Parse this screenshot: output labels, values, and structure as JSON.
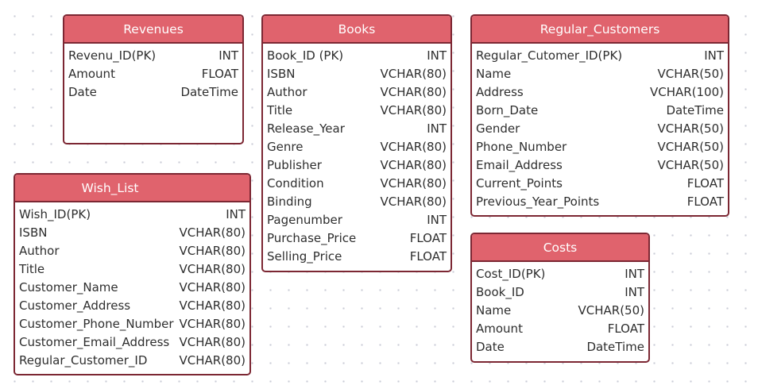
{
  "tables": {
    "revenues": {
      "name": "Revenues",
      "fields": [
        {
          "name": "Revenu_ID(PK)",
          "type": "INT"
        },
        {
          "name": "Amount",
          "type": "FLOAT"
        },
        {
          "name": "Date",
          "type": "DateTime"
        }
      ]
    },
    "books": {
      "name": "Books",
      "fields": [
        {
          "name": "Book_ID (PK)",
          "type": "INT"
        },
        {
          "name": "ISBN",
          "type": "VCHAR(80)"
        },
        {
          "name": "Author",
          "type": "VCHAR(80)"
        },
        {
          "name": "Title",
          "type": "VCHAR(80)"
        },
        {
          "name": "Release_Year",
          "type": "INT"
        },
        {
          "name": "Genre",
          "type": "VCHAR(80)"
        },
        {
          "name": "Publisher",
          "type": "VCHAR(80)"
        },
        {
          "name": "Condition",
          "type": "VCHAR(80)"
        },
        {
          "name": "Binding",
          "type": "VCHAR(80)"
        },
        {
          "name": "Pagenumber",
          "type": "INT"
        },
        {
          "name": "Purchase_Price",
          "type": "FLOAT"
        },
        {
          "name": "Selling_Price",
          "type": "FLOAT"
        }
      ]
    },
    "regular_customers": {
      "name": "Regular_Customers",
      "fields": [
        {
          "name": "Regular_Cutomer_ID(PK)",
          "type": "INT"
        },
        {
          "name": "Name",
          "type": "VCHAR(50)"
        },
        {
          "name": "Address",
          "type": "VCHAR(100)"
        },
        {
          "name": "Born_Date",
          "type": "DateTime"
        },
        {
          "name": "Gender",
          "type": "VCHAR(50)"
        },
        {
          "name": "Phone_Number",
          "type": "VCHAR(50)"
        },
        {
          "name": "Email_Address",
          "type": "VCHAR(50)"
        },
        {
          "name": "Current_Points",
          "type": "FLOAT"
        },
        {
          "name": "Previous_Year_Points",
          "type": "FLOAT"
        }
      ]
    },
    "wish_list": {
      "name": "Wish_List",
      "fields": [
        {
          "name": "Wish_ID(PK)",
          "type": "INT"
        },
        {
          "name": "ISBN",
          "type": "VCHAR(80)"
        },
        {
          "name": "Author",
          "type": "VCHAR(80)"
        },
        {
          "name": "Title",
          "type": "VCHAR(80)"
        },
        {
          "name": "Customer_Name",
          "type": "VCHAR(80)"
        },
        {
          "name": "Customer_Address",
          "type": "VCHAR(80)"
        },
        {
          "name": "Customer_Phone_Number",
          "type": "VCHAR(80)"
        },
        {
          "name": "Customer_Email_Address",
          "type": "VCHAR(80)"
        },
        {
          "name": "Regular_Customer_ID",
          "type": "VCHAR(80)"
        }
      ]
    },
    "costs": {
      "name": "Costs",
      "fields": [
        {
          "name": "Cost_ID(PK)",
          "type": "INT"
        },
        {
          "name": "Book_ID",
          "type": "INT"
        },
        {
          "name": "Name",
          "type": "VCHAR(50)"
        },
        {
          "name": "Amount",
          "type": "FLOAT"
        },
        {
          "name": "Date",
          "type": "DateTime"
        }
      ]
    }
  }
}
